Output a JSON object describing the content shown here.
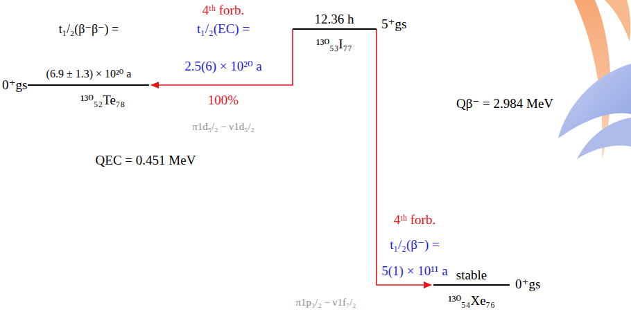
{
  "diagram": {
    "nodes": [
      {
        "text": [
          "12.36 h",
          "¹³⁰₅₃I₇₇",
          "5⁺gs"
        ]
      },
      {
        "text": [
          "t₁/₂(β⁻β⁻) =",
          "(6.9 ± 1.3) × 10²⁰ a",
          "0⁺gs",
          "¹³⁰₅₂Te₇₈"
        ]
      },
      {
        "text": [
          "stable",
          "¹³⁰₅₄Xe₇₆",
          "0⁺gs"
        ]
      }
    ],
    "edges": [
      {
        "from": 0,
        "to": 1,
        "arrow": "to",
        "label": "100%"
      },
      {
        "from": 0,
        "to": 2,
        "arrow": "to",
        "label": "5(1) × 10¹¹ a"
      }
    ],
    "labels": [
      "4ᵗʰ forb.",
      "t₁/₂(EC) =",
      "2.5(6) × 10²⁰ a",
      "π1d₅/₂ − ν1d₅/₂",
      "QEC = 0.451 MeV",
      "Qβ⁻ = 2.984 MeV",
      "4ᵗʰ forb.",
      "t₁/₂(β⁻) =",
      "π1p₃/₂ − ν1f₇/₂"
    ]
  }
}
